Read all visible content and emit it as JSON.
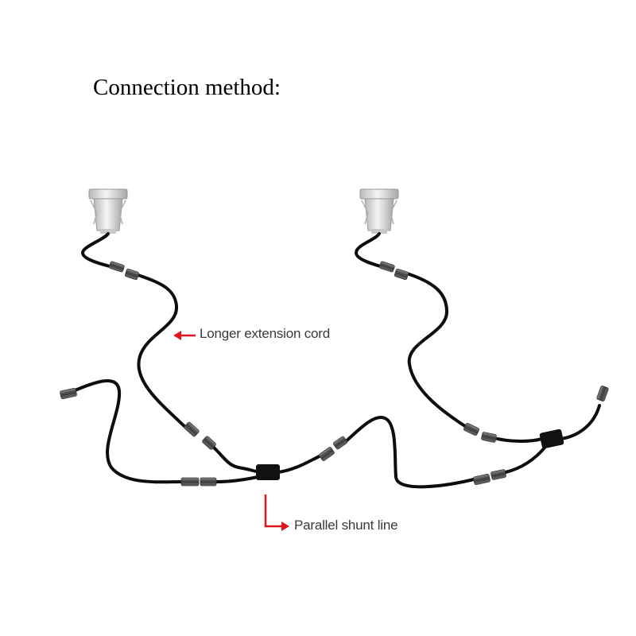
{
  "title": "Connection method:",
  "labels": {
    "extension_cord": "Longer extension cord",
    "shunt_line": "Parallel shunt line"
  },
  "colors": {
    "cable": "#0d0d0d",
    "connector": "#555555",
    "pointer": "#e0161c",
    "text": "#3a3a3a"
  }
}
